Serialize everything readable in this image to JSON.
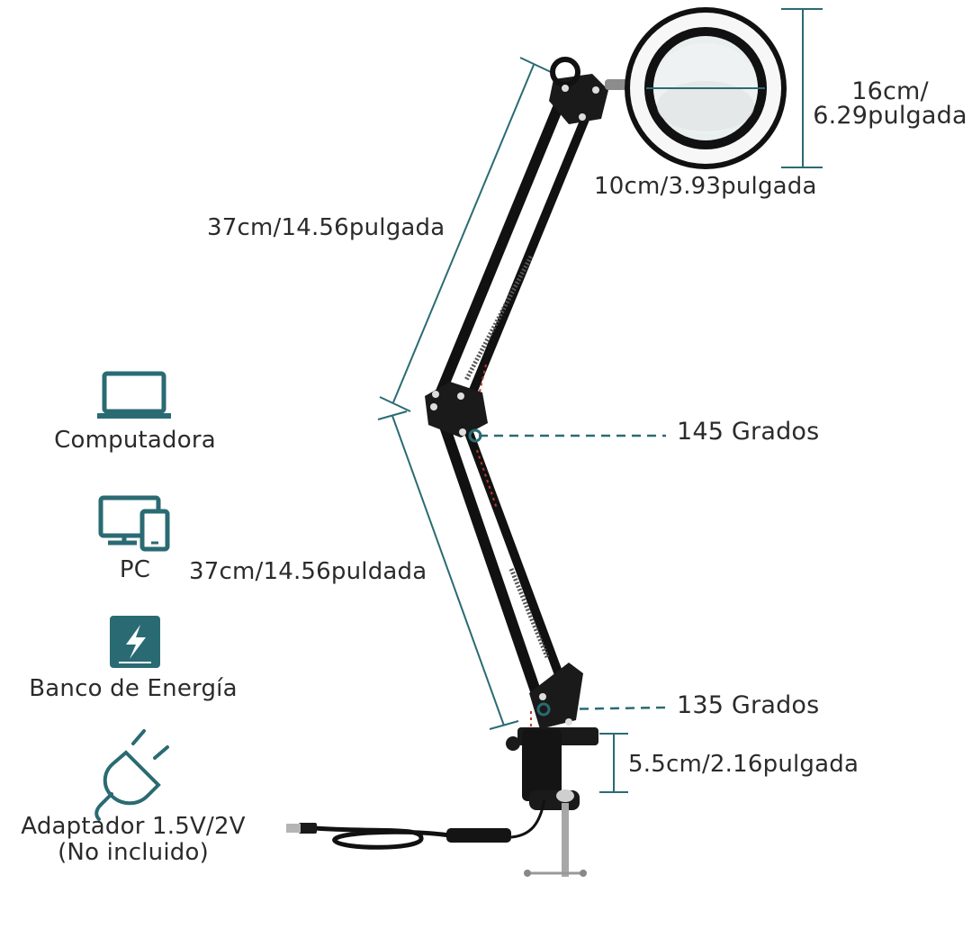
{
  "colors": {
    "accent": "#2a6b73",
    "lamp": "#111111",
    "text": "#2b2b2b",
    "metal": "#9a9a9a",
    "highlight": "#c0392b"
  },
  "dimensions": {
    "ring_height": "16cm/\n6.29pulgada",
    "lens_width": "10cm/3.93pulgada",
    "upper_arm": "37cm/14.56pulgada",
    "lower_arm": "37cm/14.56puldada",
    "clamp_height": "5.5cm/2.16pulgada"
  },
  "angles": {
    "upper_joint": "145 Grados",
    "lower_joint": "135 Grados"
  },
  "power_sources": [
    {
      "icon": "laptop-icon",
      "label": "Computadora"
    },
    {
      "icon": "pc-devices-icon",
      "label": "PC"
    },
    {
      "icon": "power-bank-icon",
      "label": "Banco de Energía"
    },
    {
      "icon": "plug-icon",
      "label": "Adaptador 1.5V/2V\n(No incluido)"
    }
  ]
}
